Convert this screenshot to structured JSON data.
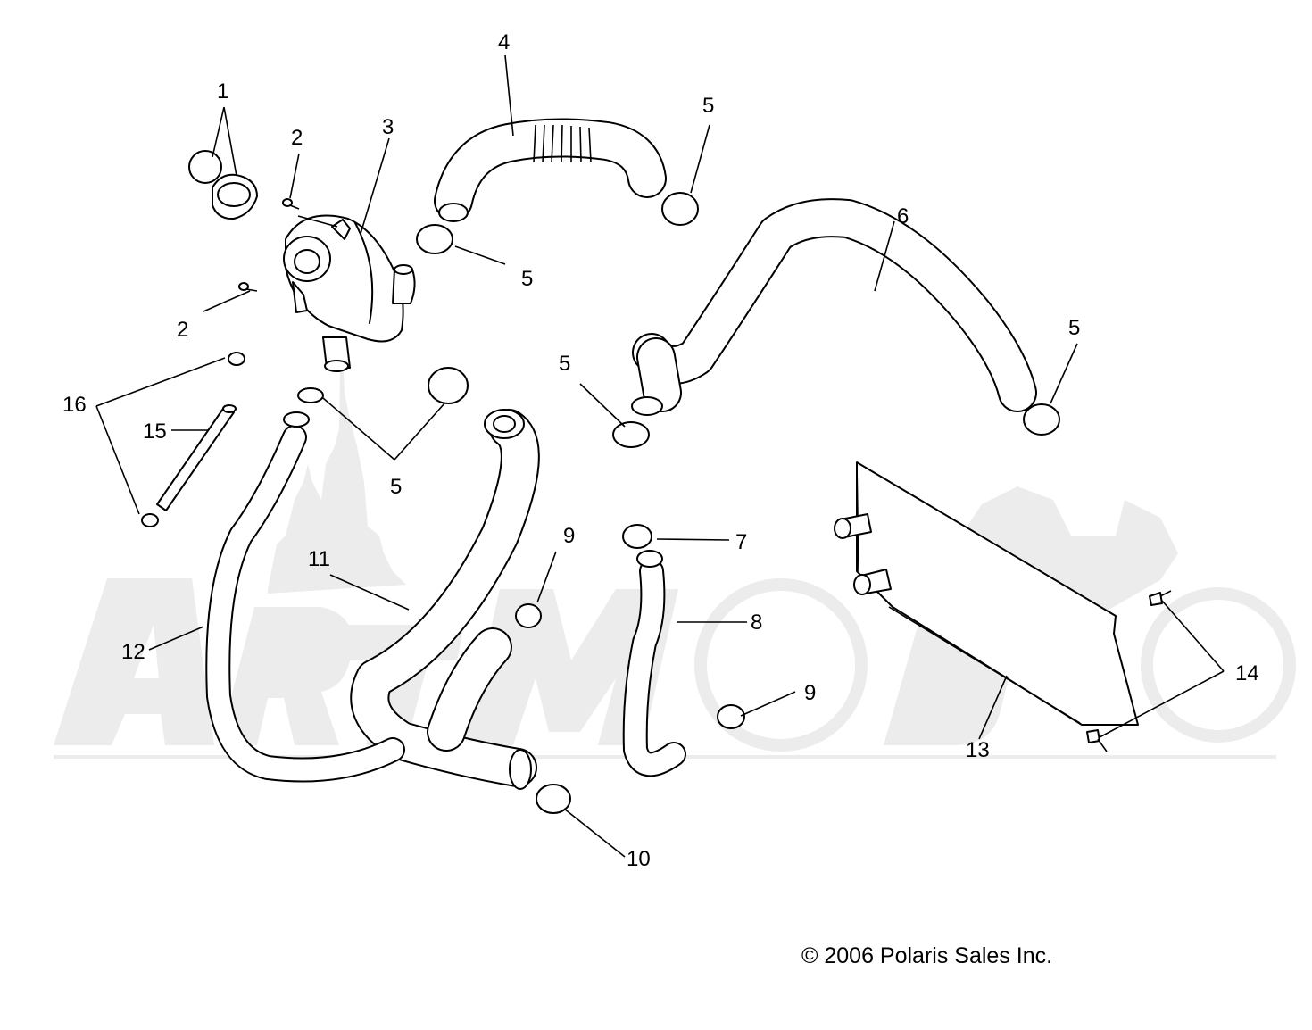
{
  "callouts": [
    {
      "id": "c1",
      "text": "1"
    },
    {
      "id": "c2a",
      "text": "2"
    },
    {
      "id": "c2b",
      "text": "2"
    },
    {
      "id": "c3",
      "text": "3"
    },
    {
      "id": "c4",
      "text": "4"
    },
    {
      "id": "c5a",
      "text": "5"
    },
    {
      "id": "c5b",
      "text": "5"
    },
    {
      "id": "c5c",
      "text": "5"
    },
    {
      "id": "c5d",
      "text": "5"
    },
    {
      "id": "c5e",
      "text": "5"
    },
    {
      "id": "c6",
      "text": "6"
    },
    {
      "id": "c7",
      "text": "7"
    },
    {
      "id": "c8",
      "text": "8"
    },
    {
      "id": "c9a",
      "text": "9"
    },
    {
      "id": "c9b",
      "text": "9"
    },
    {
      "id": "c10",
      "text": "10"
    },
    {
      "id": "c11",
      "text": "11"
    },
    {
      "id": "c12",
      "text": "12"
    },
    {
      "id": "c13",
      "text": "13"
    },
    {
      "id": "c14",
      "text": "14"
    },
    {
      "id": "c15",
      "text": "15"
    },
    {
      "id": "c16",
      "text": "16"
    }
  ],
  "copyright": "© 2006 Polaris Sales Inc.",
  "watermark": "ARTMOTO"
}
